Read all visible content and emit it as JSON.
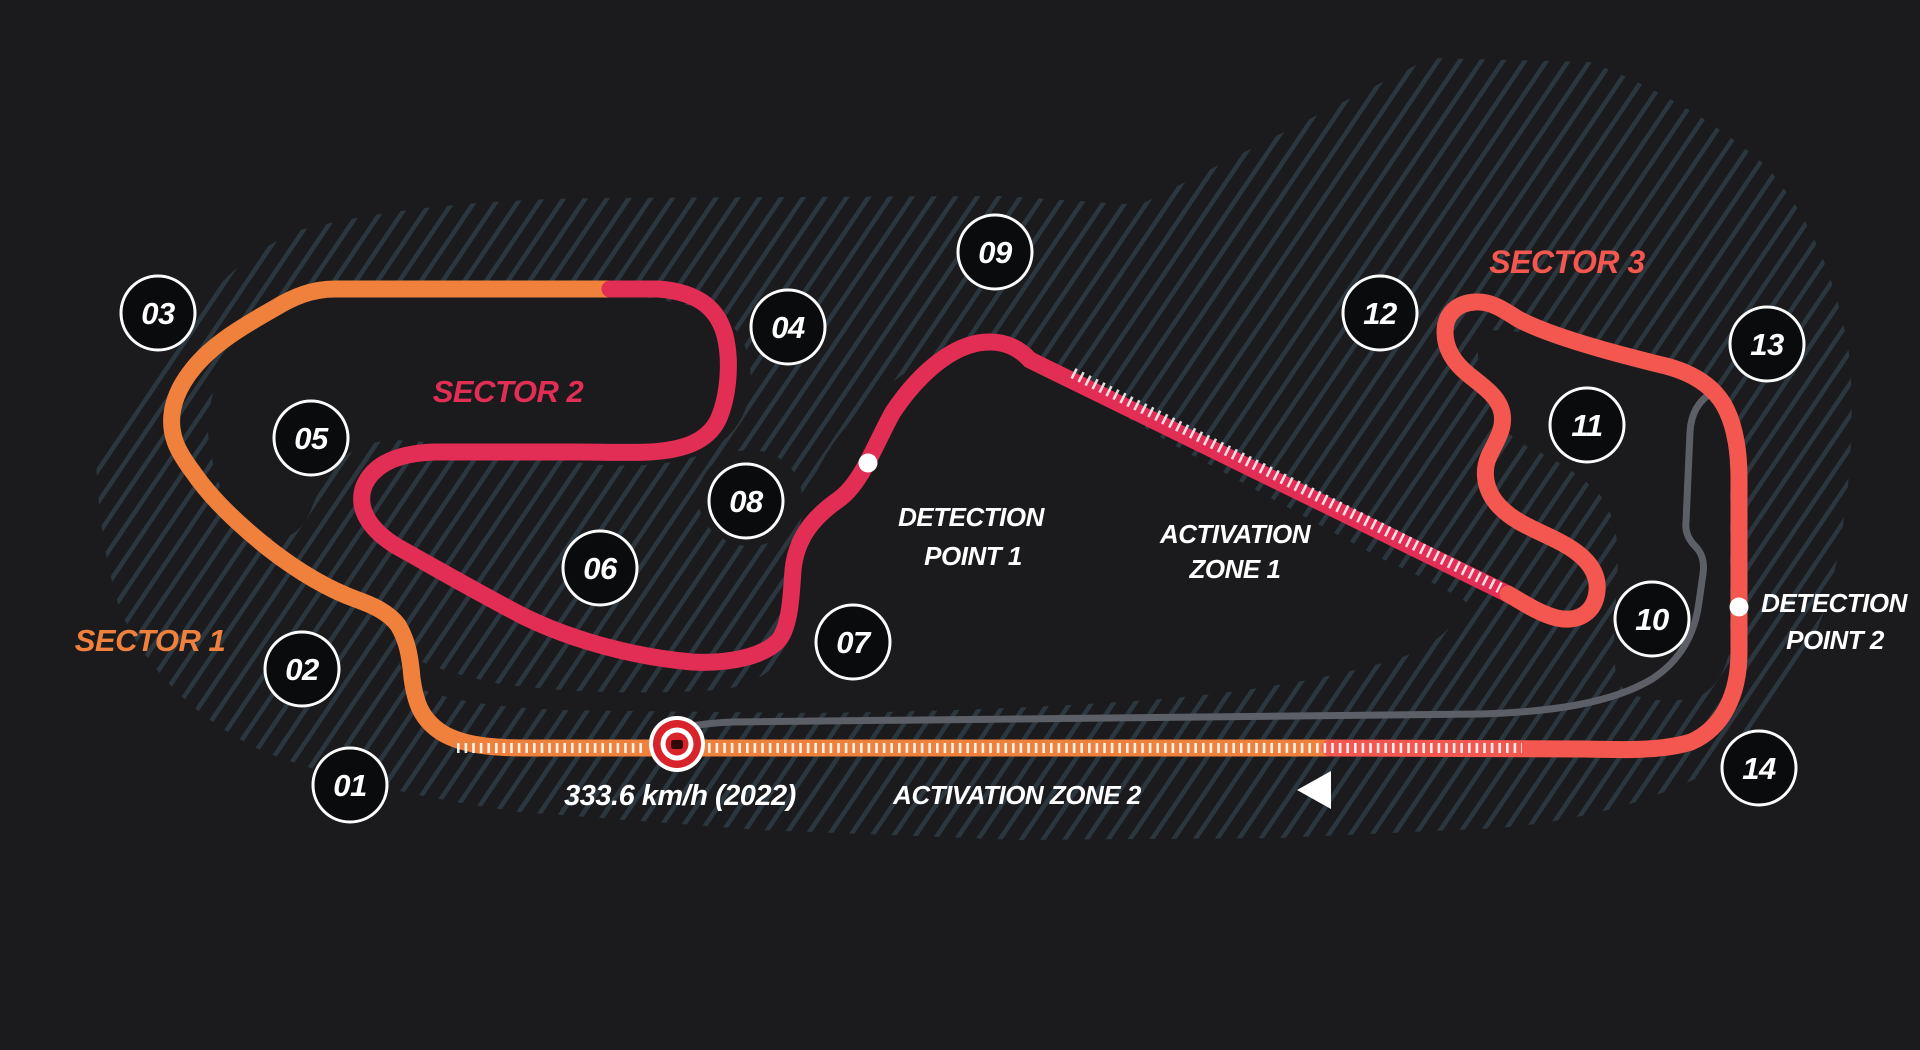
{
  "map": {
    "sectors": [
      {
        "label": "SECTOR 1",
        "color": "#F0813C"
      },
      {
        "label": "SECTOR 2",
        "color": "#E22E55"
      },
      {
        "label": "SECTOR 3",
        "color": "#F4574F"
      }
    ],
    "turns": [
      "01",
      "02",
      "03",
      "04",
      "05",
      "06",
      "07",
      "08",
      "09",
      "10",
      "11",
      "12",
      "13",
      "14"
    ],
    "detection_point_1": {
      "line1": "DETECTION",
      "line2": "POINT 1"
    },
    "detection_point_2": {
      "line1": "DETECTION",
      "line2": "POINT 2"
    },
    "activation_zone_1": {
      "line1": "ACTIVATION",
      "line2": "ZONE 1"
    },
    "activation_zone_2": "ACTIVATION ZONE 2",
    "speed_trap": "333.6 km/h (2022)",
    "colors": {
      "background": "#1B1B1D",
      "hatch": "#2F3B44",
      "pit_lane": "#5C5F66",
      "marker_fill": "#0A0B0D",
      "marker_ring": "#FCFCFC",
      "text": "#FFFFFF",
      "speed_trap_red": "#D8232A"
    }
  }
}
